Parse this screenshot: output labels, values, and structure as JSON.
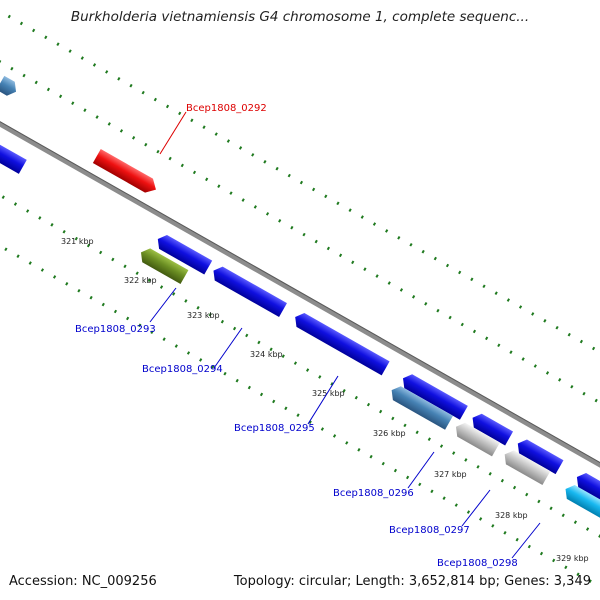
{
  "title": "Burkholderia vietnamiensis G4 chromosome 1, complete sequenc...",
  "footer": {
    "accession": "Accession: NC_009256",
    "topology": "Topology: circular; Length: 3,652,814 bp; Genes: 3,349"
  },
  "ticks": [
    "321 kbp",
    "322 kbp",
    "323 kbp",
    "324 kbp",
    "325 kbp",
    "326 kbp",
    "327 kbp",
    "328 kbp",
    "329 kbp"
  ],
  "gene_labels": [
    {
      "text": "Bcep1808_0292",
      "color": "#dd0000"
    },
    {
      "text": "Bcep1808_0293",
      "color": "#0000cc"
    },
    {
      "text": "Bcep1808_0294",
      "color": "#0000cc"
    },
    {
      "text": "Bcep1808_0295",
      "color": "#0000cc"
    },
    {
      "text": "Bcep1808_0296",
      "color": "#0000cc"
    },
    {
      "text": "Bcep1808_0297",
      "color": "#0000cc"
    },
    {
      "text": "Bcep1808_0298",
      "color": "#0000cc"
    }
  ],
  "colors": {
    "backbone": "#8c8c8c",
    "gene_blue": "#1010e0",
    "gene_red": "#ee1111",
    "gene_olive": "#6b8e23",
    "gene_steel": "#4682b4",
    "gene_silver": "#b8b8b8",
    "gene_cyan": "#18b8f0",
    "tick_green": "#1f7a1f"
  }
}
